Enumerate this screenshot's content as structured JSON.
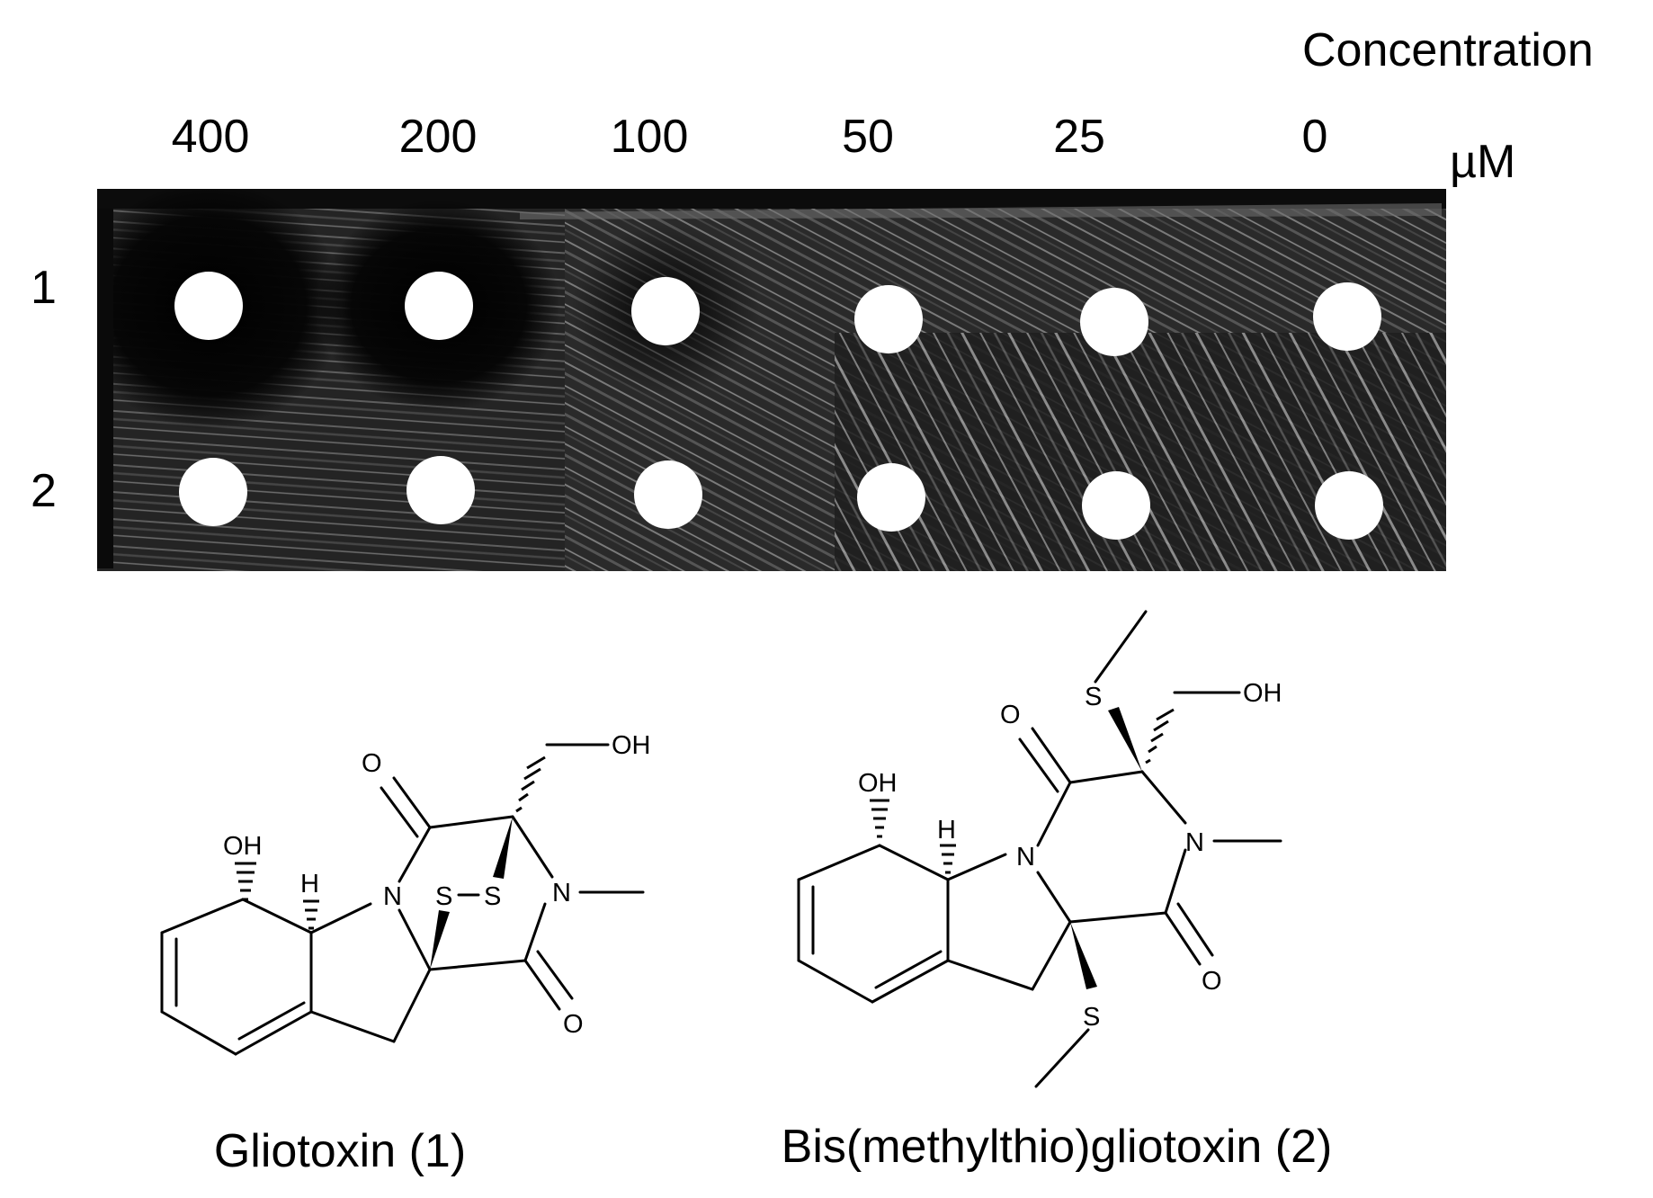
{
  "concentration": {
    "title": "Concentration",
    "unit": "µM",
    "values": [
      "400",
      "200",
      "100",
      "50",
      "25",
      "0"
    ]
  },
  "rows": [
    "1",
    "2"
  ],
  "compounds": [
    {
      "name": "Gliotoxin (1)",
      "atoms": {
        "oh_top": "OH",
        "oh_ring": "OH",
        "h": "H",
        "o_upper": "O",
        "o_lower": "O",
        "n_left": "N",
        "n_right": "N",
        "s1": "S",
        "s2": "S"
      }
    },
    {
      "name": "Bis(methylthio)gliotoxin (2)",
      "atoms": {
        "oh_top": "OH",
        "oh_ring": "OH",
        "h": "H",
        "o_upper": "O",
        "o_lower": "O",
        "n_left": "N",
        "n_right": "N",
        "s_top": "S",
        "s_bottom": "S"
      }
    }
  ],
  "colors": {
    "plate": "#141414",
    "disc": "#ffffff",
    "ink": "#000000"
  }
}
